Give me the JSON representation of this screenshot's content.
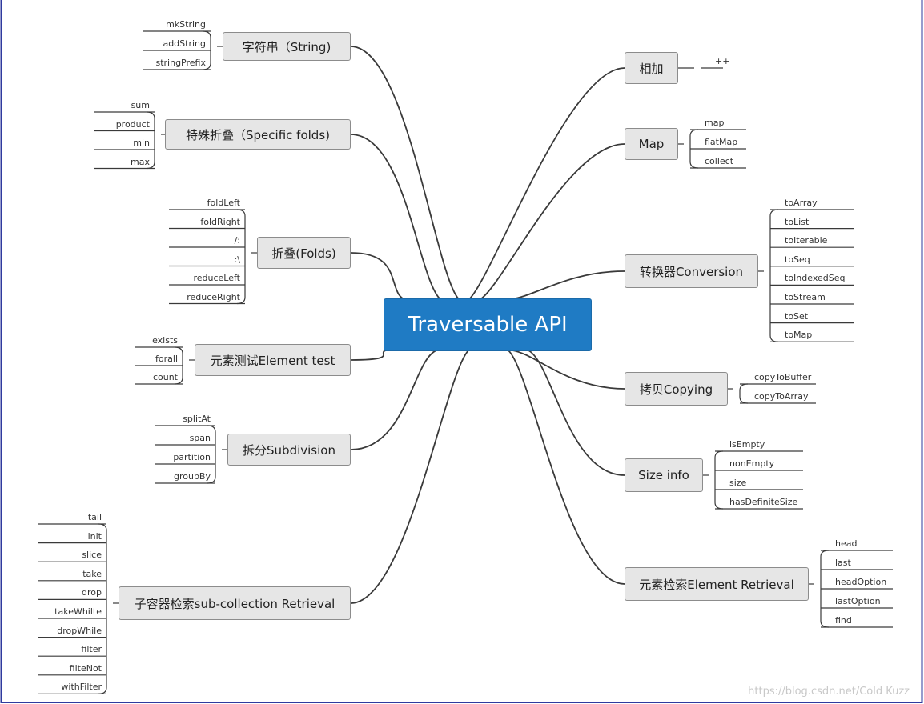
{
  "root": "Traversable API",
  "watermark": "https://blog.csdn.net/Cold Kuzz",
  "left": [
    {
      "label": "字符串（String)",
      "leaves": [
        "mkString",
        "addString",
        "stringPrefix"
      ]
    },
    {
      "label": "特殊折叠（Specific folds)",
      "leaves": [
        "sum",
        "product",
        "min",
        "max"
      ]
    },
    {
      "label": "折叠(Folds)",
      "leaves": [
        "foldLeft",
        "foldRight",
        "/:",
        ":\\",
        "reduceLeft",
        "reduceRight"
      ]
    },
    {
      "label": "元素测试Element test",
      "leaves": [
        "exists",
        "forall",
        "count"
      ]
    },
    {
      "label": "拆分Subdivision",
      "leaves": [
        "splitAt",
        "span",
        "partition",
        "groupBy"
      ]
    },
    {
      "label": "子容器检索sub-collection Retrieval",
      "leaves": [
        "tail",
        "init",
        "slice",
        "take",
        "drop",
        "takeWhilte",
        "dropWhile",
        "filter",
        "filteNot",
        "withFilter"
      ]
    }
  ],
  "right": [
    {
      "label": "相加",
      "leaves": [
        "++"
      ]
    },
    {
      "label": "Map",
      "leaves": [
        "map",
        "flatMap",
        "collect"
      ]
    },
    {
      "label": "转换器Conversion",
      "leaves": [
        "toArray",
        "toList",
        "toIterable",
        "toSeq",
        "toIndexedSeq",
        "toStream",
        "toSet",
        "toMap"
      ]
    },
    {
      "label": "拷贝Copying",
      "leaves": [
        "copyToBuffer",
        "copyToArray"
      ]
    },
    {
      "label": "Size info",
      "leaves": [
        "isEmpty",
        "nonEmpty",
        "size",
        "hasDefiniteSize"
      ]
    },
    {
      "label": "元素检索Element Retrieval",
      "leaves": [
        "head",
        "last",
        "headOption",
        "lastOption",
        "find"
      ]
    }
  ]
}
